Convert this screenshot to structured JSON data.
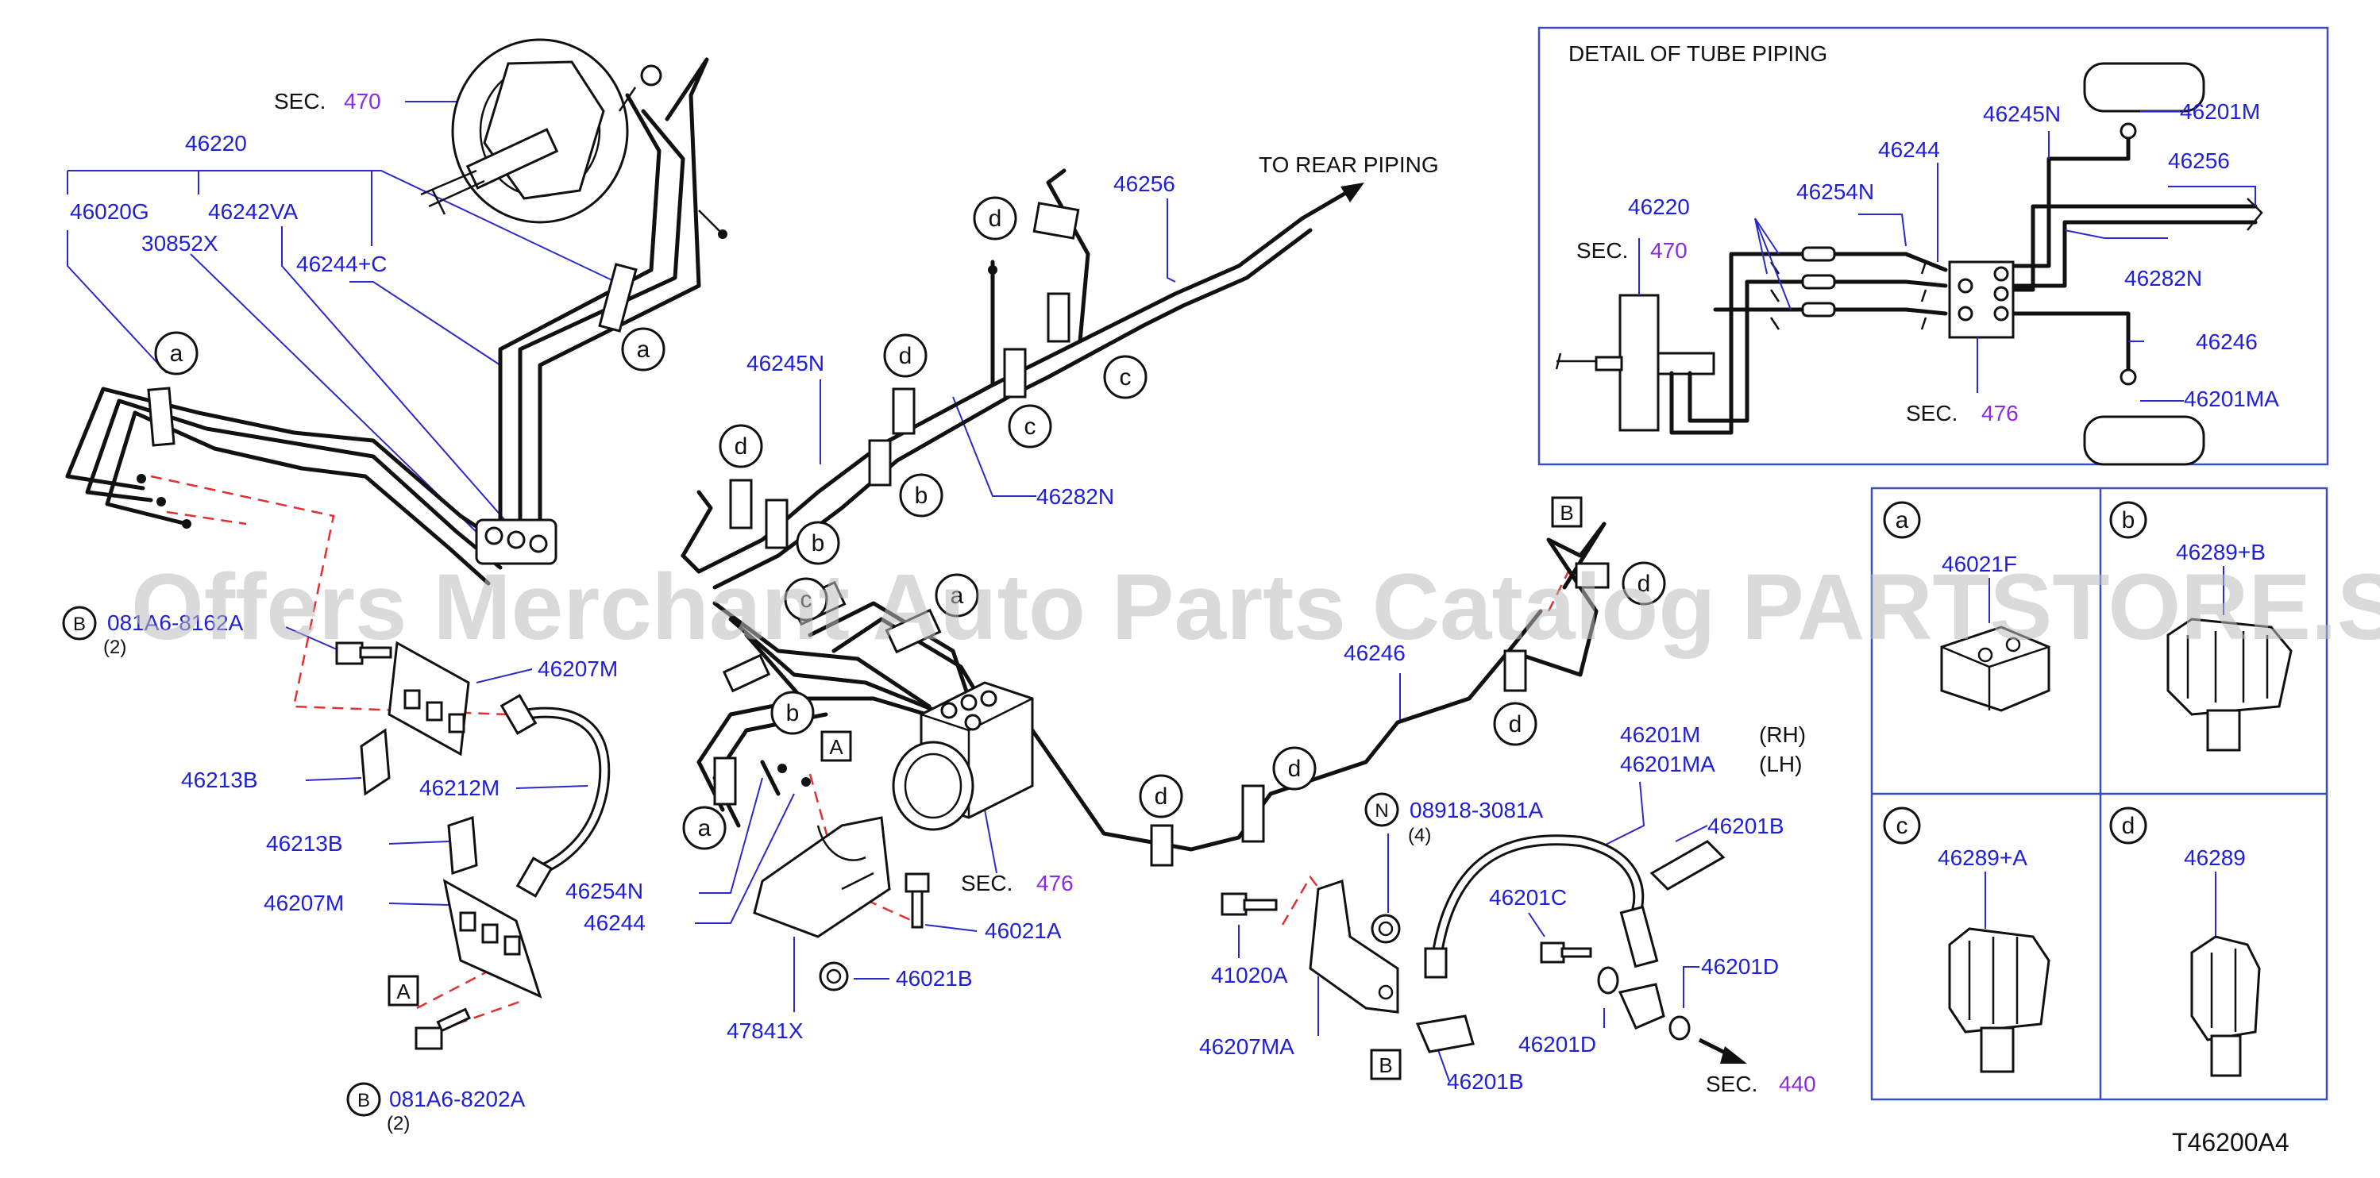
{
  "diagram_code": "T46200A4",
  "watermark": "Offers Merchant Auto Parts Catalog PARTSTORE.SA",
  "colors": {
    "part_number": "#1f1fd6",
    "section_ref": "#8a2be2",
    "leader": "#2a2ac8",
    "dashed_link": "#e03030",
    "frame": "#3a4fb8"
  },
  "main": {
    "to_rear_piping": "TO REAR PIPING",
    "sec_label": "SEC.",
    "sec_470": "470",
    "sec_476": "476",
    "sec_440": "440",
    "labels": {
      "p46220": "46220",
      "p46020G": "46020G",
      "p46242VA": "46242VA",
      "p30852X": "30852X",
      "p46244C": "46244+C",
      "p46256": "46256",
      "p46245N": "46245N",
      "p46282N": "46282N",
      "p46246": "46246",
      "p081A6a": "081A6-8162A",
      "qty2a": "(2)",
      "p46207Ma": "46207M",
      "p46213Ba": "46213B",
      "p46212M": "46212M",
      "p46213Bb": "46213B",
      "p46254N": "46254N",
      "p46207Mb": "46207M",
      "p46244": "46244",
      "p081A6b": "081A6-8202A",
      "qty2b": "(2)",
      "p47841X": "47841X",
      "p46021A": "46021A",
      "p46021B": "46021B",
      "p08918": "08918-3081A",
      "qty4": "(4)",
      "p46201M": "46201M",
      "rh": "(RH)",
      "p46201MA": "46201MA",
      "lh": "(LH)",
      "p46201Ba": "46201B",
      "p41020A": "41020A",
      "p46201C": "46201C",
      "p46201Da": "46201D",
      "p46201Db": "46201D",
      "p46207MA": "46207MA",
      "p46201Bb": "46201B"
    },
    "callout_letters": {
      "a": "a",
      "b": "b",
      "c": "c",
      "d": "d",
      "B": "B",
      "N": "N",
      "A": "A"
    }
  },
  "detail": {
    "title": "DETAIL  OF  TUBE  PIPING",
    "sec_label": "SEC.",
    "sec_470": "470",
    "sec_476": "476",
    "labels": {
      "p46245N": "46245N",
      "p46201M": "46201M",
      "p46244": "46244",
      "p46256": "46256",
      "p46220": "46220",
      "p46254N": "46254N",
      "p46282N": "46282N",
      "p46246": "46246",
      "p46201MA": "46201MA"
    }
  },
  "clips": [
    {
      "letter": "a",
      "part": "46021F"
    },
    {
      "letter": "b",
      "part": "46289+B"
    },
    {
      "letter": "c",
      "part": "46289+A"
    },
    {
      "letter": "d",
      "part": "46289"
    }
  ]
}
